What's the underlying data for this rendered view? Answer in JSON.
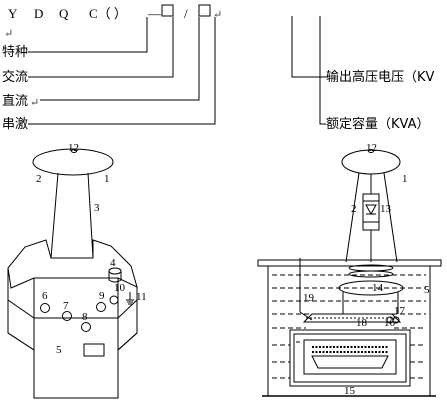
{
  "model_code": {
    "y": "Y",
    "d": "D",
    "q": "Q",
    "c_paren": "C（  ）",
    "dash": "—",
    "slash": "/"
  },
  "paragraph_mark": "↵",
  "labels_left": {
    "special": "特种",
    "ac": "交流",
    "dc": "直流",
    "series": "串激"
  },
  "labels_right": {
    "output_voltage": "输出高压电压（KV",
    "rated_capacity": "额定容量（KVA）"
  },
  "left_figure": {
    "n1": "1",
    "n2": "2",
    "n3": "3",
    "n4": "4",
    "n5": "5",
    "n6": "6",
    "n7": "7",
    "n8": "8",
    "n9": "9",
    "n10": "10",
    "n11": "11",
    "n12": "12"
  },
  "right_figure": {
    "n1": "1",
    "n2": "2",
    "n5": "5",
    "n12": "12",
    "n13": "13",
    "n14": "14",
    "n15": "15",
    "n16": "16",
    "n17": "17",
    "n18": "18",
    "n19": "19"
  },
  "colors": {
    "line": "#000000"
  }
}
